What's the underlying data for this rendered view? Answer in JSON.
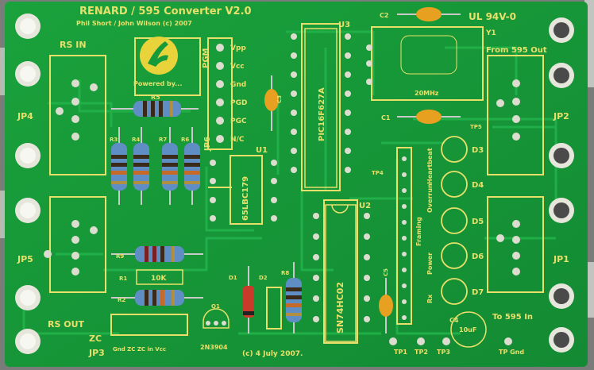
{
  "board": {
    "title": "RENARD / 595 Converter  V2.0",
    "credit": "Phil Short / John Wilson (c) 2007",
    "rating": "UL 94V-0",
    "date": "(c) 4 July 2007.",
    "powered_by": "Powered by..."
  },
  "connectors": {
    "rs_in": "RS IN",
    "rs_out": "RS OUT",
    "from_595": "From 595 Out",
    "to_595": "To 595 In",
    "jp1": "JP1",
    "jp2": "JP2",
    "jp3": "JP3",
    "jp4": "JP4",
    "jp5": "JP5",
    "jp6": "JP6",
    "pgm": "PGM",
    "zc": "ZC",
    "zc_sub": "Gnd  ZC  ZC in  Vcc"
  },
  "pgm_pins": [
    "Vpp",
    "Vcc",
    "Gnd",
    "PGD",
    "PGC",
    "N/C"
  ],
  "chips": {
    "u1": "U1",
    "u1_part": "65LBC179",
    "u2": "U2",
    "u2_part": "SN74HC02",
    "u3": "U3",
    "u3_part": "PIC16F627A",
    "y1": "Y1",
    "crystal": "20MHz",
    "q1": "Q1",
    "q1_part": "2N3904"
  },
  "passives": {
    "c1": "C1",
    "c2": "C2",
    "c3": "C3",
    "c4": "C4",
    "c5": "C5",
    "c4_value": "10uF",
    "r1": "R1",
    "r2": "R2",
    "r3": "R3",
    "r4": "R4",
    "r5": "R5",
    "r6": "R6",
    "r7": "R7",
    "r8": "R8",
    "r9": "R9",
    "r1_value": "10K",
    "d1": "D1",
    "d2": "D2"
  },
  "leds": [
    {
      "ref": "D3",
      "label": "Heartbeat"
    },
    {
      "ref": "D4",
      "label": "Overrun"
    },
    {
      "ref": "D5",
      "label": "Framing"
    },
    {
      "ref": "D6",
      "label": "Power"
    },
    {
      "ref": "D7",
      "label": "Rx"
    }
  ],
  "test_points": [
    "TP1",
    "TP2",
    "TP3",
    "TP4",
    "TP5",
    "TP Gnd"
  ],
  "colors": {
    "solder_mask": "#169a3a",
    "silkscreen": "#e8e06a",
    "copper": "#d8d8c8"
  }
}
